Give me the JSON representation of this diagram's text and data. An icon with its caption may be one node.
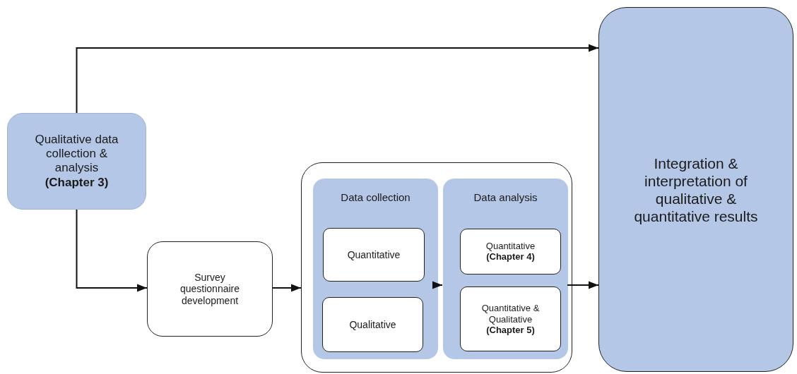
{
  "diagram": {
    "nodes": [
      {
        "text": [
          "Qualitative data collection & analysis **(Chapter 3)**"
        ]
      },
      {
        "text": [
          "Survey questionnaire development"
        ]
      },
      {
        "text": [],
        "shape": "box"
      },
      {
        "text": [
          "Data collection"
        ],
        "in": 2
      },
      {
        "text": [
          "Quantitative"
        ],
        "in": 3
      },
      {
        "text": [
          "Qualitative"
        ],
        "in": 3
      },
      {
        "text": [
          "Data analysis"
        ],
        "in": 2
      },
      {
        "text": [
          "Quantitative **(Chapter 4)**"
        ],
        "in": 6
      },
      {
        "text": [
          "Quantitative & Qualitative **(Chapter 5)**"
        ],
        "in": 6
      },
      {
        "text": [
          "Integration & interpretation of qualitative & quantitative results"
        ]
      }
    ],
    "edges": [
      {
        "from": 0,
        "to": 9,
        "arrow": "to"
      },
      {
        "from": 0,
        "to": 1,
        "arrow": "to"
      },
      {
        "from": 1,
        "to": 2,
        "arrow": "to"
      },
      {
        "from": 3,
        "to": 6,
        "arrow": "to"
      },
      {
        "from": 6,
        "to": 9,
        "arrow": "to"
      }
    ]
  }
}
